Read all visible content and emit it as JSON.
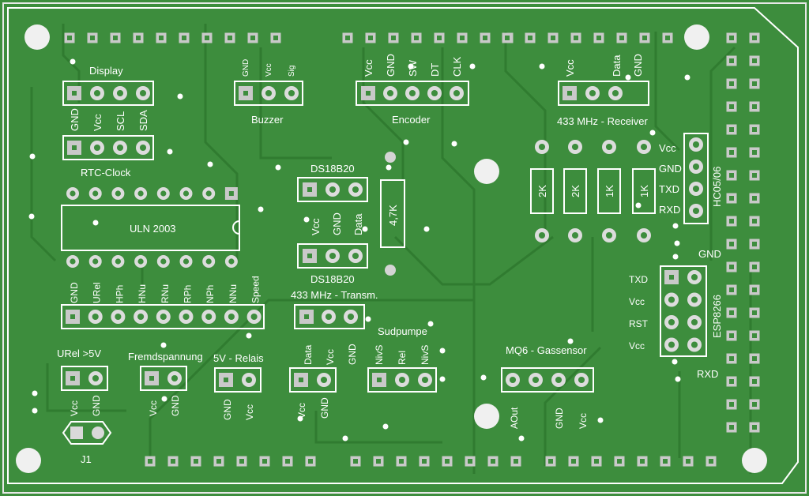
{
  "colors": {
    "board": "#3d8d3d",
    "trace": "#2f7a2f",
    "silkscreen": "#ffffff",
    "pad": "#c9c9c9",
    "hole": "#1e5a1e"
  },
  "labels": {
    "display": "Display",
    "display_pins": [
      "GND",
      "Vcc",
      "SCL",
      "SDA"
    ],
    "rtc_clock": "RTC-Clock",
    "buzzer": "Buzzer",
    "buzzer_pins": [
      "GND",
      "Vcc",
      "Sig"
    ],
    "encoder": "Encoder",
    "encoder_pins": [
      "Vcc",
      "GND",
      "SW",
      "DT",
      "CLK"
    ],
    "receiver": "433 MHz - Receiver",
    "receiver_pins": [
      "Vcc",
      "Data",
      "GND"
    ],
    "hc05": "HC05/06",
    "hc05_pins": [
      "Vcc",
      "GND",
      "TXD",
      "RXD"
    ],
    "ds18b20_top": "DS18B20",
    "ds18b20_bottom": "DS18B20",
    "ds18b20_pins": [
      "Vcc",
      "GND",
      "Data"
    ],
    "resistor_47k": "4,7K",
    "resistors": [
      "2K",
      "2K",
      "1K",
      "1K"
    ],
    "uln2003": "ULN 2003",
    "uln_pins": [
      "GND",
      "URel",
      "HPh",
      "HNu",
      "RNu",
      "RPh",
      "NPh",
      "NNu",
      "Speed"
    ],
    "transmitter": "433 MHz - Transm.",
    "transmitter_pins": [
      "Data",
      "Vcc",
      "GND"
    ],
    "sudpumpe": "Sudpumpe",
    "sudpumpe_pins": [
      "NivS",
      "Rel",
      "NivS"
    ],
    "mq6": "MQ6 - Gassensor",
    "mq6_pins": [
      "AOut",
      "GND",
      "Vcc"
    ],
    "esp8266": "ESP8266",
    "esp_pins": [
      "TXD",
      "Vcc",
      "RST",
      "Vcc"
    ],
    "gnd_right": "GND",
    "rxd_right": "RXD",
    "urel": "URel >5V",
    "urel_pins": [
      "Vcc",
      "GND"
    ],
    "fremdspannung": "Fremdspannung",
    "fremd_pins": [
      "Vcc",
      "GND"
    ],
    "relais": "5V - Relais",
    "relais_pins": [
      "GND",
      "Vcc"
    ],
    "data_pins_left": [
      "Vcc",
      "GND"
    ],
    "j1": "J1"
  }
}
